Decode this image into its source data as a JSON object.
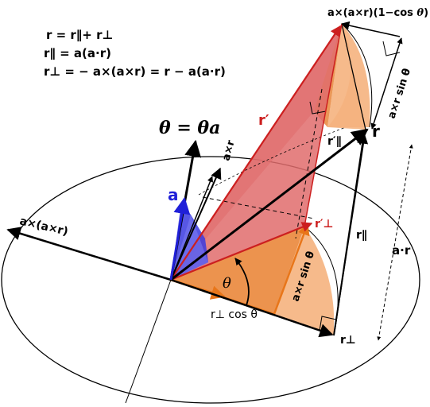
{
  "equations": {
    "line1": "r = r∥+ r⊥",
    "line2": "r∥ = a(a·r)",
    "line3": "r⊥ = − a×(a×r) = r − a(a·r)"
  },
  "labels": {
    "top_prefix": "a×(a×r)(1−cos ",
    "top_theta": "θ",
    "top_close": ")",
    "r_prime": "r′",
    "r": "r",
    "r_par_prime": "r′∥",
    "r_perp_prime": "r′⊥",
    "r_par": "r∥",
    "r_perp": "r⊥",
    "a_dot_r": "a·r",
    "a": "a",
    "a_cross_r": "a×r",
    "theta_a": "θ = θa",
    "theta": "θ",
    "a_cross_a_cross_r": "a×(a×r)",
    "axr_sin_right": "a×r sin θ",
    "axr_sin_mid": "a×r sin θ",
    "rperp_cos": "r⊥ cos θ"
  },
  "colors": {
    "rotated_plane": "#e06c6c",
    "sector_light": "#f5b27e",
    "sector_dark": "#e8853a",
    "vector_red": "#cc1f1f",
    "orange_vector": "#e8761a",
    "axis_blue": "#2020d8"
  }
}
